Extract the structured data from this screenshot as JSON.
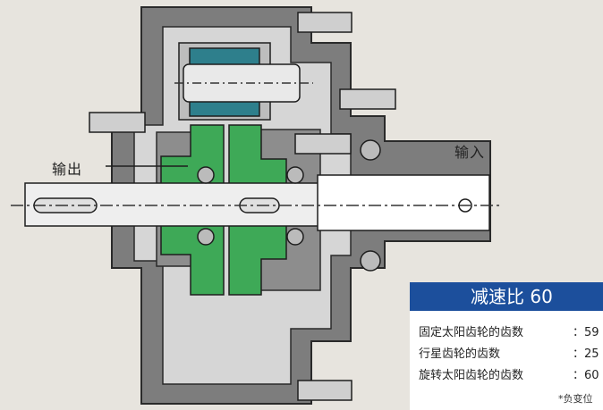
{
  "labels": {
    "output": "输出",
    "input": "输入"
  },
  "ratio_panel": {
    "title": "减速比 60",
    "rows": [
      {
        "label": "固定太阳齿轮的齿数",
        "value": "：59"
      },
      {
        "label": "行星齿轮的齿数",
        "value": "：25"
      },
      {
        "label": "旋转太阳齿轮的齿数",
        "value": "：60 *"
      }
    ],
    "footnote": "*负变位"
  },
  "colors": {
    "housing": "#7b7b7b",
    "gear_green": "#3ea957",
    "bearing_teal": "#2e7f8c",
    "header_blue": "#1c4f9c",
    "background": "#e7e4de"
  }
}
